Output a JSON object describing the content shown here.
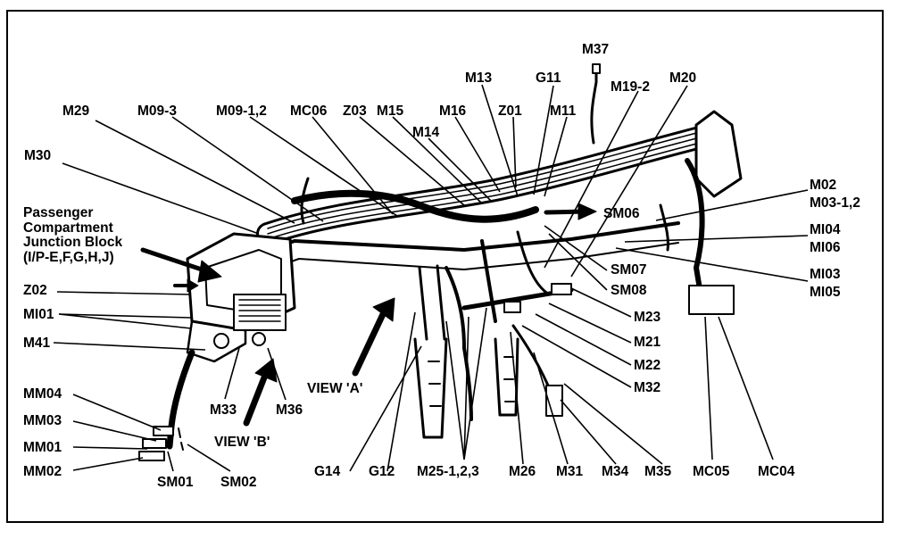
{
  "diagram": {
    "junction_block": [
      "Passenger",
      "Compartment",
      "Junction Block",
      "(I/P-E,F,G,H,J)"
    ],
    "labels": {
      "m37": "M37",
      "m13": "M13",
      "g11": "G11",
      "m19_2": "M19-2",
      "m20": "M20",
      "m29": "M29",
      "m09_3": "M09-3",
      "m09_12": "M09-1,2",
      "mc06": "MC06",
      "z03": "Z03",
      "m15": "M15",
      "m16": "M16",
      "z01": "Z01",
      "m11": "M11",
      "m14": "M14",
      "m30": "M30",
      "m02": "M02",
      "m03_12": "M03-1,2",
      "sm06": "SM06",
      "mi04": "MI04",
      "mi06": "MI06",
      "sm07": "SM07",
      "mi03": "MI03",
      "mi05": "MI05",
      "sm08": "SM08",
      "z02": "Z02",
      "mi01": "MI01",
      "m23": "M23",
      "m21": "M21",
      "m41": "M41",
      "m22": "M22",
      "m32": "M32",
      "view_a": "VIEW 'A'",
      "mm04": "MM04",
      "m33": "M33",
      "m36": "M36",
      "mm03": "MM03",
      "view_b": "VIEW 'B'",
      "mm01": "MM01",
      "mm02": "MM02",
      "sm01": "SM01",
      "sm02": "SM02",
      "g14": "G14",
      "g12": "G12",
      "m25": "M25-1,2,3",
      "m26": "M26",
      "m31": "M31",
      "m34": "M34",
      "m35": "M35",
      "mc05": "MC05",
      "mc04": "MC04"
    }
  }
}
